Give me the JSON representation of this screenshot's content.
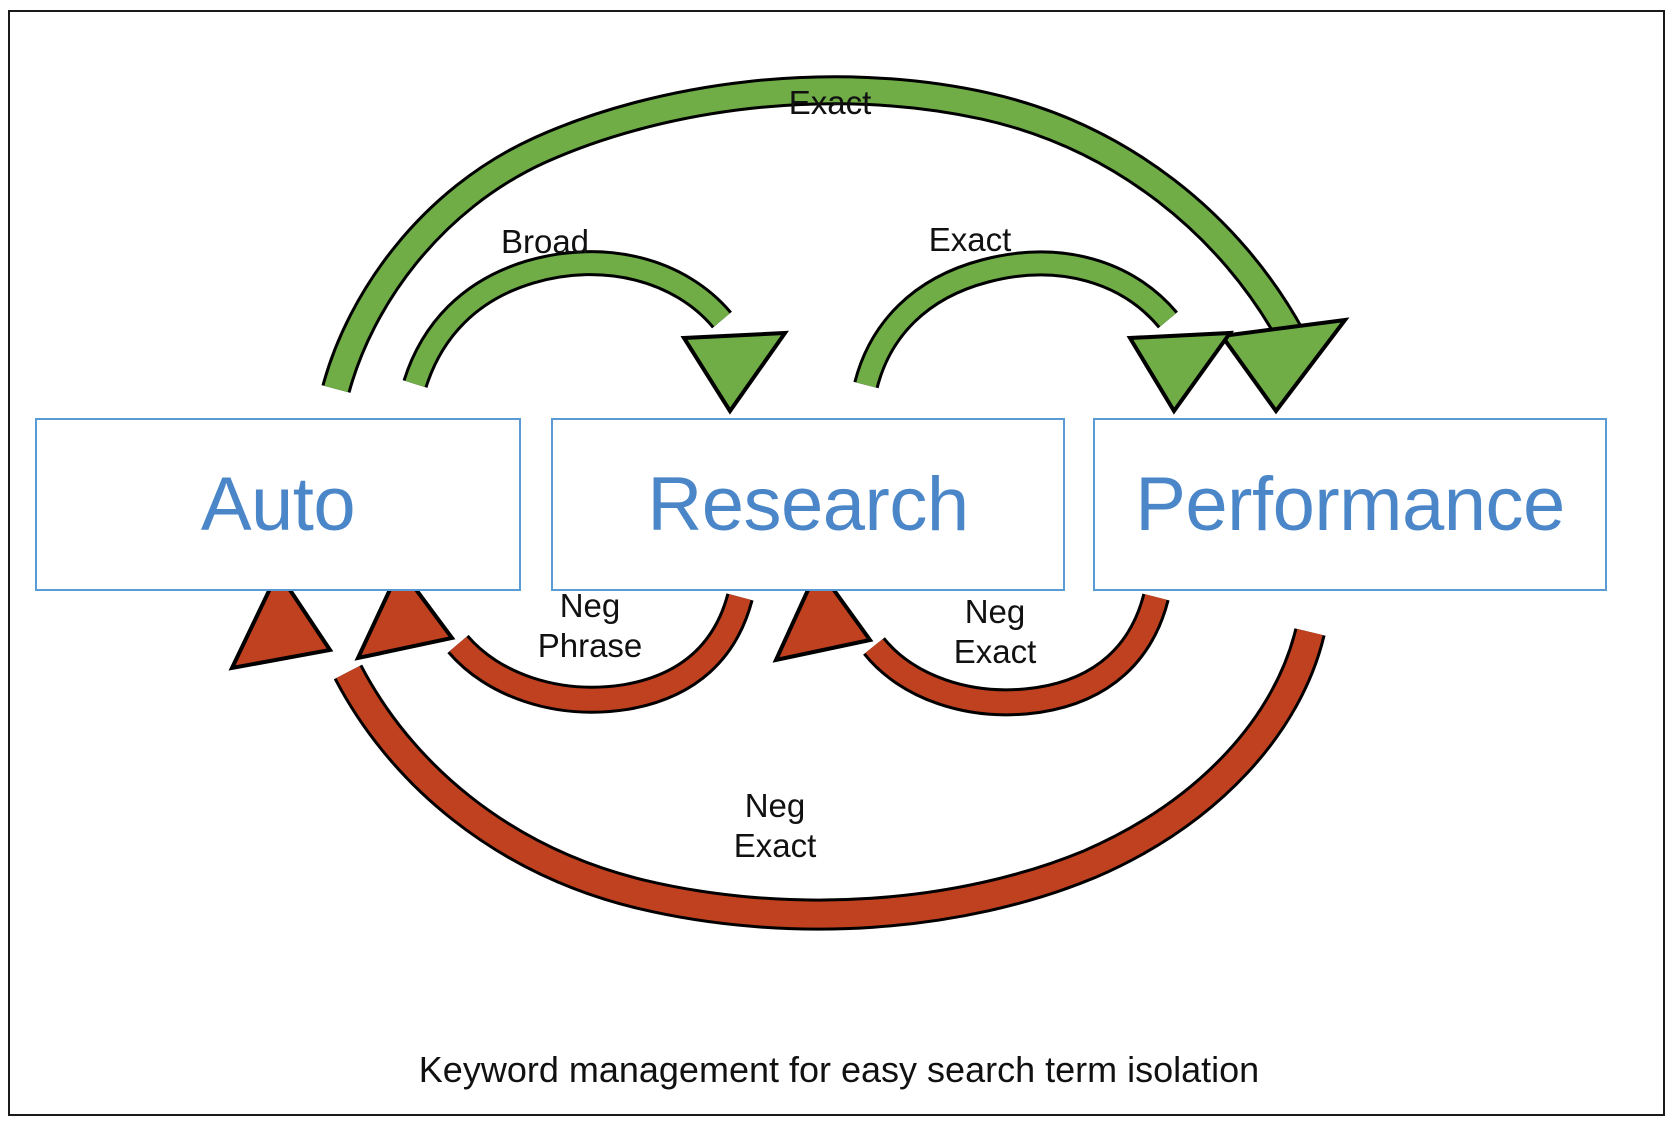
{
  "diagram": {
    "title": "Keyword management for easy search term isolation",
    "caption": "Keyword management for easy search term isolation",
    "colors": {
      "node_border": "#5B9BD5",
      "node_text": "#4A86C8",
      "positive_arrow": "#70AD47",
      "negative_arrow": "#C0411F",
      "arrow_outline": "#000000",
      "frame": "#1A1A1A",
      "background": "#FFFFFF",
      "label_text": "#111111"
    },
    "nodes": [
      {
        "id": "auto",
        "label": "Auto"
      },
      {
        "id": "research",
        "label": "Research"
      },
      {
        "id": "performance",
        "label": "Performance"
      }
    ],
    "edges": [
      {
        "id": "auto-to-performance-exact",
        "from": "Auto",
        "to": "Performance",
        "label": "Exact",
        "kind": "positive",
        "color": "#70AD47",
        "direction": "rightward-arc-over"
      },
      {
        "id": "auto-to-research-broad",
        "from": "Auto",
        "to": "Research",
        "label": "Broad",
        "kind": "positive",
        "color": "#70AD47",
        "direction": "rightward-arc-over"
      },
      {
        "id": "research-to-performance-exact",
        "from": "Research",
        "to": "Performance",
        "label": "Exact",
        "kind": "positive",
        "color": "#70AD47",
        "direction": "rightward-arc-over"
      },
      {
        "id": "research-to-auto-neg-phrase",
        "from": "Research",
        "to": "Auto",
        "label": "Neg\nPhrase",
        "label_lines": [
          "Neg",
          "Phrase"
        ],
        "kind": "negative",
        "color": "#C0411F",
        "direction": "leftward-arc-under"
      },
      {
        "id": "performance-to-research-neg-exact",
        "from": "Performance",
        "to": "Research",
        "label": "Neg\nExact",
        "label_lines": [
          "Neg",
          "Exact"
        ],
        "kind": "negative",
        "color": "#C0411F",
        "direction": "leftward-arc-under"
      },
      {
        "id": "performance-to-auto-neg-exact",
        "from": "Performance",
        "to": "Auto",
        "label": "Neg\nExact",
        "label_lines": [
          "Neg",
          "Exact"
        ],
        "kind": "negative",
        "color": "#C0411F",
        "direction": "leftward-arc-under"
      }
    ],
    "labels": {
      "exact_outer": "Exact",
      "broad": "Broad",
      "exact_mid": "Exact",
      "neg_phrase": "Neg\nPhrase",
      "neg_exact_mid": "Neg\nExact",
      "neg_exact_big": "Neg\nExact"
    }
  }
}
